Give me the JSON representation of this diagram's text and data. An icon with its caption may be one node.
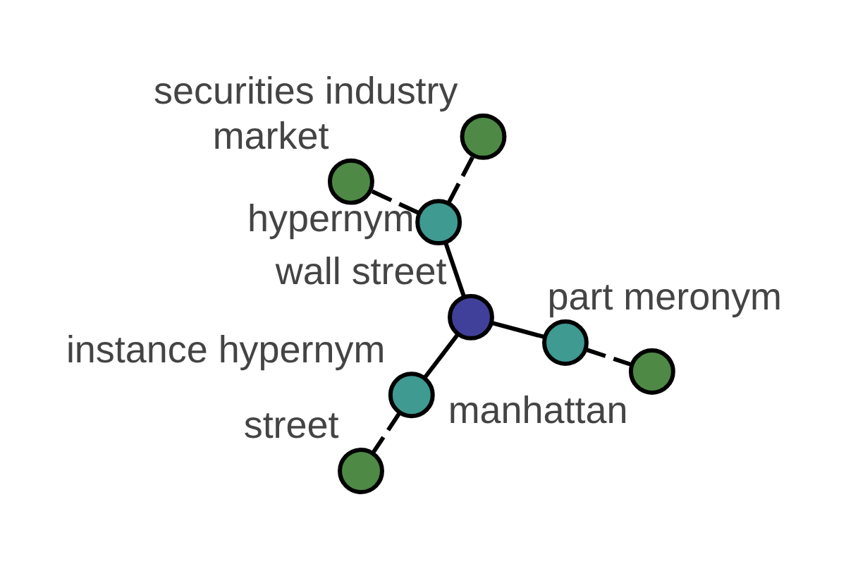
{
  "diagram": {
    "nodes": [
      {
        "text": [
          "market"
        ]
      },
      {
        "text": [
          "securities industry"
        ]
      },
      {
        "text": [
          "manhattan"
        ]
      },
      {
        "text": [
          "hypernym"
        ]
      },
      {
        "text": [
          "part meronym"
        ]
      },
      {
        "text": [
          "wall street"
        ]
      },
      {
        "text": [
          "instance hypernym"
        ]
      },
      {
        "text": [
          "street"
        ]
      }
    ],
    "edges": [
      {
        "from": 5,
        "to": 3,
        "arrow": "none"
      },
      {
        "from": 5,
        "to": 4,
        "arrow": "none"
      },
      {
        "from": 5,
        "to": 6,
        "arrow": "none"
      },
      {
        "from": 3,
        "to": 0,
        "arrow": "none",
        "style": "dashed"
      },
      {
        "from": 3,
        "to": 1,
        "arrow": "none",
        "style": "dashed"
      },
      {
        "from": 4,
        "to": 2,
        "arrow": "none",
        "style": "dashed"
      },
      {
        "from": 6,
        "to": 7,
        "arrow": "none",
        "style": "dashed"
      }
    ]
  }
}
